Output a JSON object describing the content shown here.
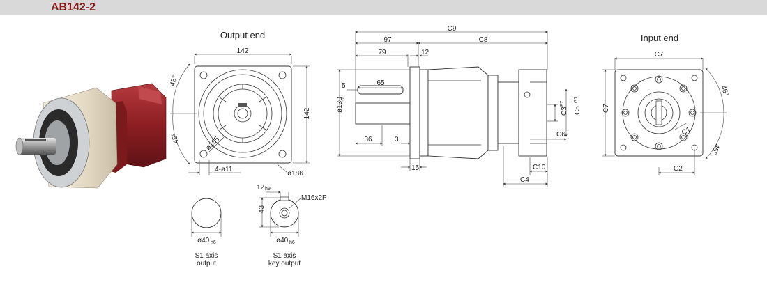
{
  "header": {
    "title": "AB142-2"
  },
  "output_end": {
    "caption": "Output end",
    "width_dim": "142",
    "height_dim": "142",
    "angle_top": "45°",
    "angle_bottom": "45°",
    "hole_dim": "4-ø11",
    "pcd_dim": "ø165",
    "outer_dim": "ø186"
  },
  "side_view": {
    "c9": "C9",
    "d97": "97",
    "c8": "C8",
    "d79": "79",
    "d12": "12",
    "d5": "5",
    "d65": "65",
    "pilot": "ø130",
    "pilot_tol": "h7",
    "d36": "36",
    "d3": "3",
    "d15": "15",
    "c3": "C3",
    "c3_tol": "F7",
    "c5": "C5",
    "c5_tol": "G7",
    "c6": "C6",
    "c10": "C10",
    "c4": "C4"
  },
  "input_end": {
    "caption": "Input end",
    "c7_top": "C7",
    "c7_side": "C7",
    "c1": "C1",
    "c2": "C2",
    "angle_top": "45°",
    "angle_bottom": "45°"
  },
  "shaft_s1": {
    "dia": "ø40",
    "dia_tol": "h6",
    "caption_l1": "S1 axis",
    "caption_l2": "output"
  },
  "shaft_s1_key": {
    "key_w": "12",
    "key_tol": "h9",
    "h43": "43",
    "thread": "M16x2P",
    "dia": "ø40",
    "dia_tol": "h6",
    "caption_l1": "S1 axis",
    "caption_l2": "key output"
  },
  "colors": {
    "title": "#8a1a1a",
    "header_bg": "#d9d9d9",
    "housing_red": "#8c1e22",
    "housing_cream": "#e9e1cf"
  }
}
